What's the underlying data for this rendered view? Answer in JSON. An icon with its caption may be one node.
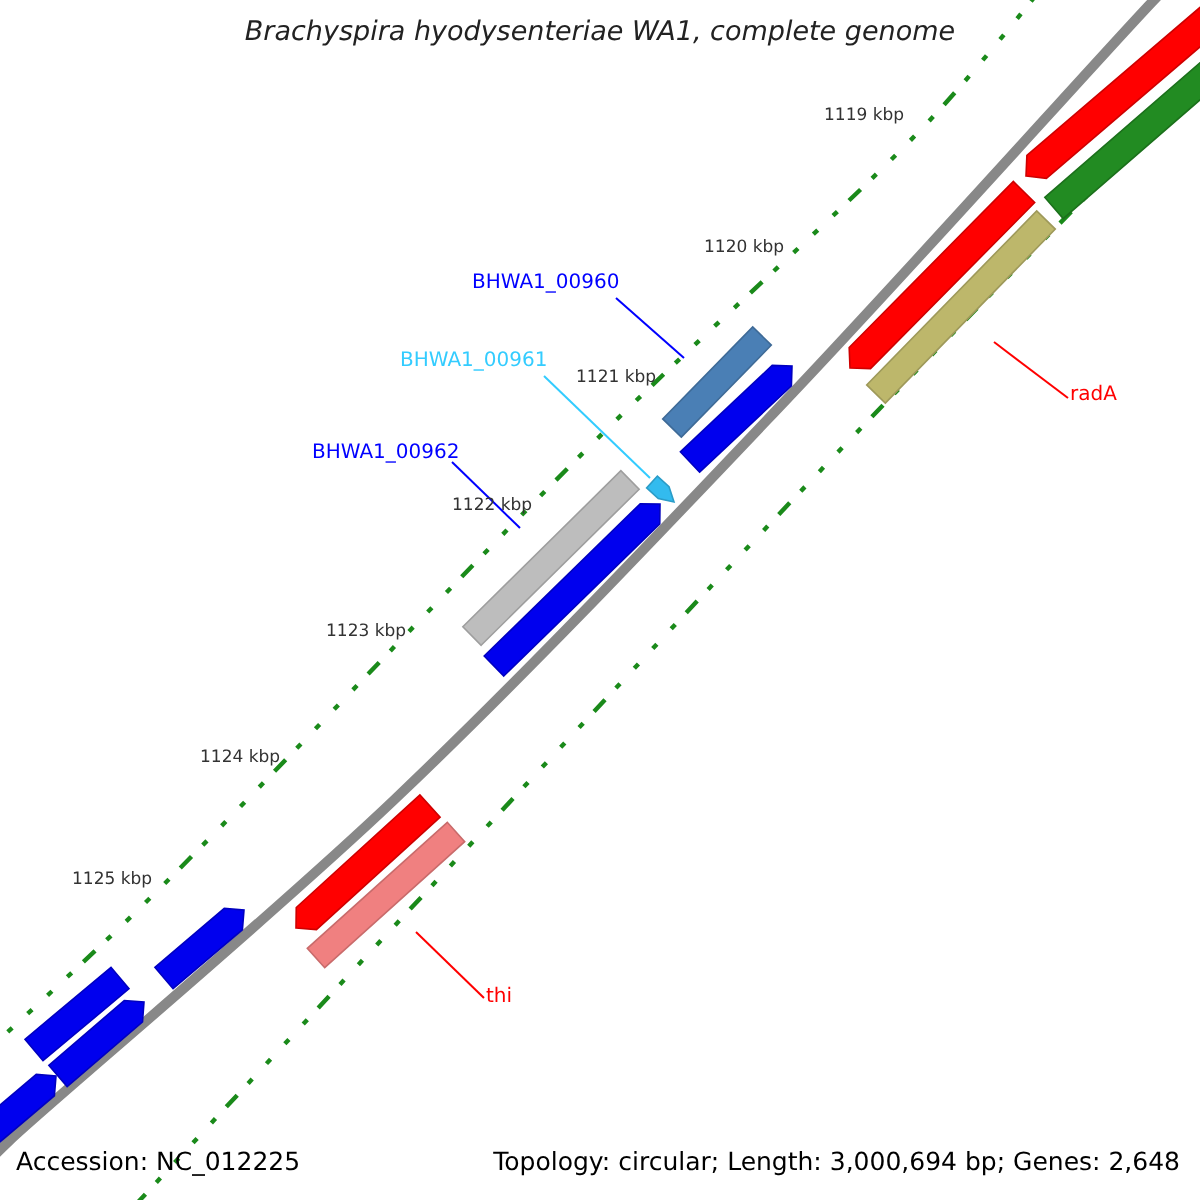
{
  "diagram": {
    "title": "Brachyspira hyodysenteriae WA1, complete genome",
    "nodes": [
      {
        "text": [
          "BHWA1_00960"
        ]
      },
      {
        "text": [],
        "shape": "bar"
      },
      {
        "text": [
          "BHWA1_00961"
        ]
      },
      {
        "text": [],
        "shape": "bar"
      },
      {
        "text": [
          "BHWA1_00962"
        ]
      },
      {
        "text": [],
        "shape": "bar"
      },
      {
        "text": [
          "radA"
        ]
      },
      {
        "text": [],
        "shape": "bar"
      },
      {
        "text": [
          "thi"
        ]
      },
      {
        "text": [],
        "shape": "bar"
      }
    ],
    "edges": [
      {
        "from": 0,
        "to": 1,
        "arrow": "none",
        "color": "#0000ff"
      },
      {
        "from": 2,
        "to": 3,
        "arrow": "none",
        "color": "#33ccff"
      },
      {
        "from": 4,
        "to": 5,
        "arrow": "none",
        "color": "#0000ff"
      },
      {
        "from": 6,
        "to": 7,
        "arrow": "none",
        "color": "#ff0000"
      },
      {
        "from": 8,
        "to": 9,
        "arrow": "none",
        "color": "#ff0000"
      }
    ],
    "labels": [
      "1119 kbp",
      "1120 kbp",
      "1121 kbp",
      "1122 kbp",
      "1123 kbp",
      "1124 kbp",
      "1125 kbp",
      "Accession: NC_012225",
      "Topology: circular; Length: 3,000,694 bp; Genes: 2,648"
    ]
  }
}
